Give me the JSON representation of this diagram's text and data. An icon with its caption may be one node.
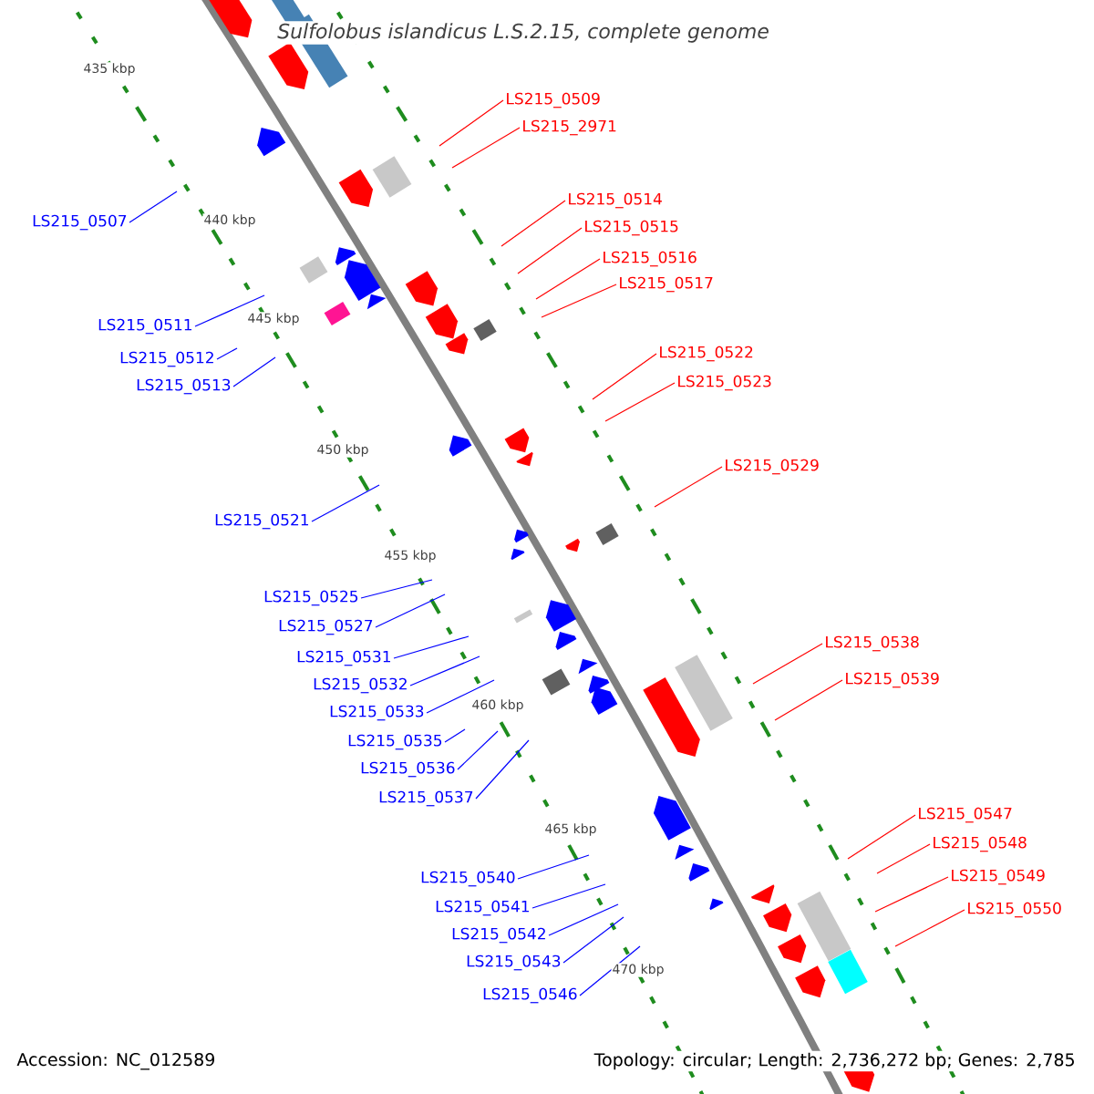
{
  "diagram": {
    "title": "Sulfolobus islandicus L.S.2.15, complete genome",
    "nodes": [
      {
        "text": [
          "LS215_0509"
        ]
      },
      {
        "text": [
          "LS215_2971"
        ]
      },
      {
        "text": [
          "LS215_0514"
        ]
      },
      {
        "text": [
          "LS215_0515"
        ]
      },
      {
        "text": [
          "LS215_0516"
        ]
      },
      {
        "text": [
          "LS215_0517"
        ]
      },
      {
        "text": [
          "LS215_0522"
        ]
      },
      {
        "text": [
          "LS215_0523"
        ]
      },
      {
        "text": [
          "LS215_0529"
        ]
      },
      {
        "text": [
          "LS215_0538"
        ]
      },
      {
        "text": [
          "LS215_0539"
        ]
      },
      {
        "text": [
          "LS215_0547"
        ]
      },
      {
        "text": [
          "LS215_0548"
        ]
      },
      {
        "text": [
          "LS215_0549"
        ]
      },
      {
        "text": [
          "LS215_0550"
        ]
      },
      {
        "text": [
          "LS215_0507"
        ]
      },
      {
        "text": [
          "LS215_0511"
        ]
      },
      {
        "text": [
          "LS215_0512"
        ]
      },
      {
        "text": [
          "LS215_0513"
        ]
      },
      {
        "text": [
          "LS215_0521"
        ]
      },
      {
        "text": [
          "LS215_0525"
        ]
      },
      {
        "text": [
          "LS215_0527"
        ]
      },
      {
        "text": [
          "LS215_0531"
        ]
      },
      {
        "text": [
          "LS215_0532"
        ]
      },
      {
        "text": [
          "LS215_0533"
        ]
      },
      {
        "text": [
          "LS215_0535"
        ]
      },
      {
        "text": [
          "LS215_0536"
        ]
      },
      {
        "text": [
          "LS215_0537"
        ]
      },
      {
        "text": [
          "LS215_0540"
        ]
      },
      {
        "text": [
          "LS215_0541"
        ]
      },
      {
        "text": [
          "LS215_0542"
        ]
      },
      {
        "text": [
          "LS215_0543"
        ]
      },
      {
        "text": [
          "LS215_0546"
        ]
      }
    ],
    "edges": [
      {
        "from": 0,
        "to": null,
        "arrow": "none",
        "color": "#ff0000"
      },
      {
        "from": 1,
        "to": null,
        "arrow": "none",
        "color": "#ff0000"
      },
      {
        "from": 2,
        "to": null,
        "arrow": "none",
        "color": "#ff0000"
      },
      {
        "from": 3,
        "to": null,
        "arrow": "none",
        "color": "#ff0000"
      },
      {
        "from": 4,
        "to": null,
        "arrow": "none",
        "color": "#ff0000"
      },
      {
        "from": 5,
        "to": null,
        "arrow": "none",
        "color": "#ff0000"
      },
      {
        "from": 6,
        "to": null,
        "arrow": "none",
        "color": "#ff0000"
      },
      {
        "from": 7,
        "to": null,
        "arrow": "none",
        "color": "#ff0000"
      },
      {
        "from": 8,
        "to": null,
        "arrow": "none",
        "color": "#ff0000"
      },
      {
        "from": 9,
        "to": null,
        "arrow": "none",
        "color": "#ff0000"
      },
      {
        "from": 10,
        "to": null,
        "arrow": "none",
        "color": "#ff0000"
      },
      {
        "from": 11,
        "to": null,
        "arrow": "none",
        "color": "#ff0000"
      },
      {
        "from": 12,
        "to": null,
        "arrow": "none",
        "color": "#ff0000"
      },
      {
        "from": 13,
        "to": null,
        "arrow": "none",
        "color": "#ff0000"
      },
      {
        "from": 14,
        "to": null,
        "arrow": "none",
        "color": "#ff0000"
      },
      {
        "from": 15,
        "to": null,
        "arrow": "none"
      },
      {
        "from": 16,
        "to": null,
        "arrow": "none"
      },
      {
        "from": 17,
        "to": null,
        "arrow": "none"
      },
      {
        "from": 18,
        "to": null,
        "arrow": "none"
      },
      {
        "from": 19,
        "to": null,
        "arrow": "none"
      },
      {
        "from": 20,
        "to": null,
        "arrow": "none"
      },
      {
        "from": 21,
        "to": null,
        "arrow": "none"
      },
      {
        "from": 22,
        "to": null,
        "arrow": "none"
      },
      {
        "from": 23,
        "to": null,
        "arrow": "none"
      },
      {
        "from": 24,
        "to": null,
        "arrow": "none"
      },
      {
        "from": 25,
        "to": null,
        "arrow": "none"
      },
      {
        "from": 26,
        "to": null,
        "arrow": "none"
      },
      {
        "from": 27,
        "to": null,
        "arrow": "none"
      },
      {
        "from": 28,
        "to": null,
        "arrow": "none"
      },
      {
        "from": 29,
        "to": null,
        "arrow": "none"
      },
      {
        "from": 30,
        "to": null,
        "arrow": "none"
      },
      {
        "from": 31,
        "to": null,
        "arrow": "none"
      },
      {
        "from": 32,
        "to": null,
        "arrow": "none"
      }
    ],
    "labels": [
      "435 kbp",
      "440 kbp",
      "445 kbp",
      "450 kbp",
      "455 kbp",
      "460 kbp",
      "465 kbp",
      "470 kbp",
      "Accession: NC_012589",
      "Topology: circular; Length: 2,736,272 bp; Genes: 2,785"
    ]
  }
}
